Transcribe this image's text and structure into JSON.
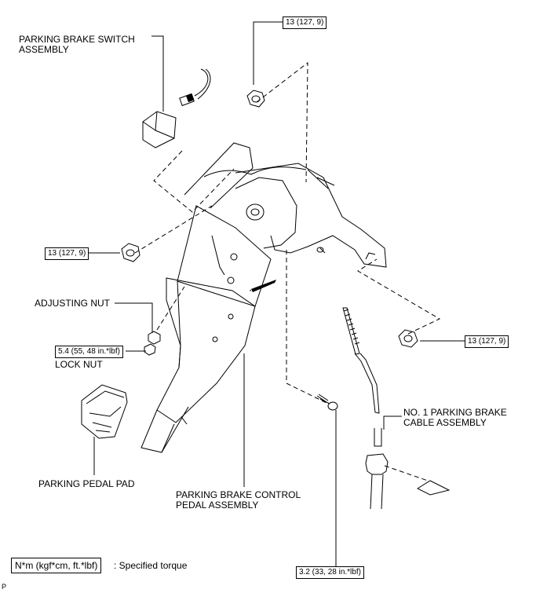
{
  "labels": {
    "switch_line1": "PARKING BRAKE SWITCH",
    "switch_line2": "ASSEMBLY",
    "adjusting_nut": "ADJUSTING NUT",
    "lock_nut": "LOCK NUT",
    "pedal_pad": "PARKING PEDAL PAD",
    "control_line1": "PARKING BRAKE CONTROL",
    "control_line2": "PEDAL ASSEMBLY",
    "cable_line1": "NO. 1 PARKING BRAKE",
    "cable_line2": "CABLE ASSEMBLY"
  },
  "torques": {
    "top_nut": "13 (127, 9)",
    "left_nut": "13 (127, 9)",
    "right_nut": "13 (127, 9)",
    "adjusting": "5.4 (55, 48 in.*lbf)",
    "bolt": "3.2 (33, 28 in.*lbf)"
  },
  "legend": {
    "box": "N*m (kgf*cm, ft.*lbf)",
    "desc": ": Specified torque"
  },
  "corner_mark": "P"
}
